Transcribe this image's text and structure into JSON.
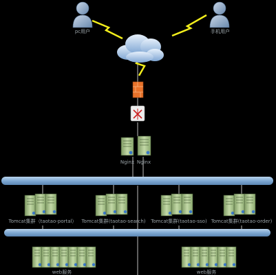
{
  "users": {
    "pc_user_label": "pc用户",
    "mobile_user_label": "手机用户"
  },
  "proxy": {
    "nginx_label_1": "Nginx",
    "nginx_label_2": "Nginx"
  },
  "clusters": [
    {
      "label": "Tomcat集群（taotao-portal）"
    },
    {
      "label": "Tomcat集群(taotao-search)"
    },
    {
      "label": "Tomcat集群(taotao-sso)"
    },
    {
      "label": "Tomcat集群(taotao-order)"
    }
  ],
  "bottom": {
    "left_label": "web服务",
    "right_label": "web服务"
  },
  "colors": {
    "background": "#000000",
    "bus": "#8db4d8",
    "lightning": "#f2ee1c",
    "firewall": "#e8722a",
    "server": "#a9c489"
  }
}
